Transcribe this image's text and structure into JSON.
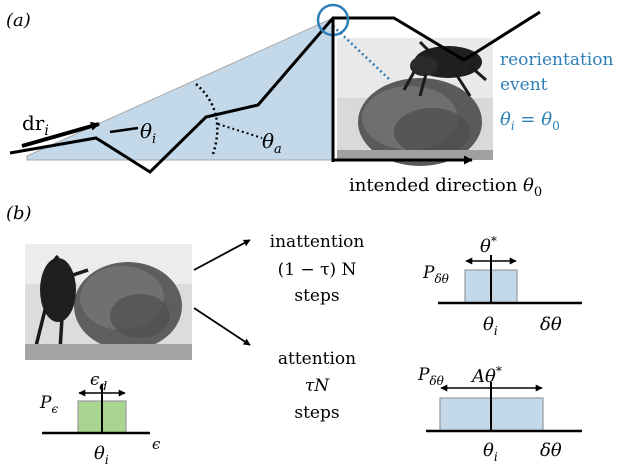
{
  "colors": {
    "wedge_fill": "#c3d8e8",
    "accent_blue": "#2d7fb8",
    "green_fill": "#a8d58f",
    "box_stroke": "#9a9a9a",
    "line": "#000000"
  },
  "panel_a": {
    "label": "(a)",
    "dr_label": "dr",
    "dr_sub": "i",
    "theta_i_label": "θ",
    "theta_i_sub": "i",
    "theta_a_label": "θ",
    "theta_a_sub": "a",
    "reorientation_line1": "reorientation",
    "reorientation_line2": "event",
    "condition_lhs": "θ",
    "condition_lhs_sub": "i",
    "condition_eq": " = ",
    "condition_rhs": "θ",
    "condition_rhs_sub": "0",
    "intended_text": "intended direction ",
    "intended_theta": "θ",
    "intended_sub": "0",
    "photo": "beetle-on-dung-ball-photo"
  },
  "panel_b": {
    "label": "(b)",
    "photo": "beetle-pushing-ball-photo",
    "inattention_line1": "inattention",
    "inattention_line2": "(1 − τ) N",
    "inattention_line3": "steps",
    "attention_line1": "attention",
    "attention_line2": "τN",
    "attention_line3": "steps",
    "dist_top": {
      "p_label": "P",
      "p_sub": "δθ",
      "width_label": "θ",
      "width_sup": "*",
      "center_label": "θ",
      "center_sub": "i",
      "axis_label": "δθ"
    },
    "dist_bottom_right": {
      "p_label": "P",
      "p_sub": "δθ",
      "width_label": "Aθ",
      "width_sup": "*",
      "center_label": "θ",
      "center_sub": "i",
      "axis_label": "δθ"
    },
    "dist_bottom_left": {
      "p_label": "P",
      "p_sub": "ϵ",
      "width_label": "ϵ",
      "width_sub": "d",
      "center_label": "θ",
      "center_sub": "i",
      "axis_label": "ϵ"
    }
  }
}
